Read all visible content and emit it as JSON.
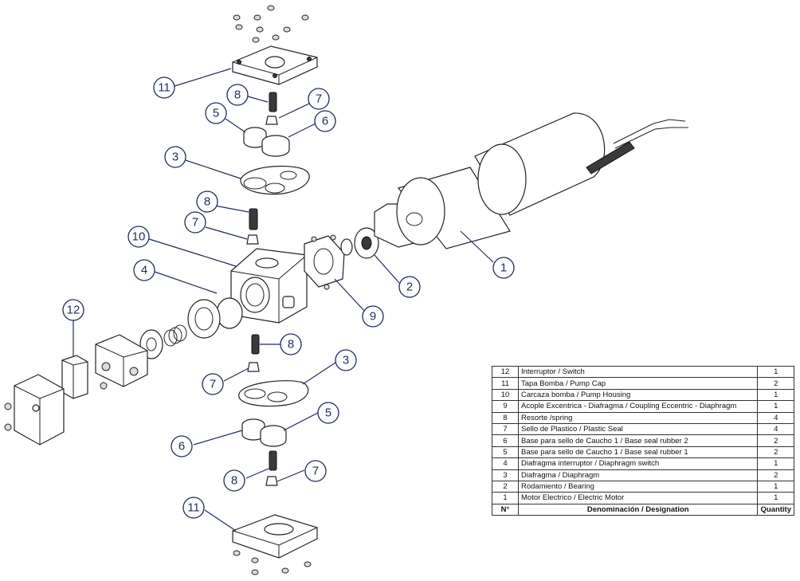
{
  "callouts": [
    {
      "label": "11"
    },
    {
      "label": "8"
    },
    {
      "label": "7"
    },
    {
      "label": "5"
    },
    {
      "label": "6"
    },
    {
      "label": "3"
    },
    {
      "label": "8"
    },
    {
      "label": "7"
    },
    {
      "label": "10"
    },
    {
      "label": "4"
    },
    {
      "label": "1"
    },
    {
      "label": "2"
    },
    {
      "label": "9"
    },
    {
      "label": "12"
    },
    {
      "label": "8"
    },
    {
      "label": "7"
    },
    {
      "label": "3"
    },
    {
      "label": "5"
    },
    {
      "label": "6"
    },
    {
      "label": "8"
    },
    {
      "label": "7"
    },
    {
      "label": "11"
    }
  ],
  "legend": {
    "rows": [
      {
        "n": "12",
        "name": "Interruptor / Switch",
        "qty": "1"
      },
      {
        "n": "11",
        "name": "Tapa Bomba / Pump Cap",
        "qty": "2"
      },
      {
        "n": "10",
        "name": "Carcaza bomba / Pump Housing",
        "qty": "1"
      },
      {
        "n": "9",
        "name": "Acople Excentrica - Diafragma  / Coupling Eccentric - Diaphragm",
        "qty": "1"
      },
      {
        "n": "8",
        "name": "Resorte /spring",
        "qty": "4"
      },
      {
        "n": "7",
        "name": "Sello de Plastico / Plastic Seal",
        "qty": "4"
      },
      {
        "n": "6",
        "name": "Base para sello de Caucho 1 / Base seal rubber 2",
        "qty": "2"
      },
      {
        "n": "5",
        "name": "Base para sello de Caucho 1 / Base seal rubber 1",
        "qty": "2"
      },
      {
        "n": "4",
        "name": "Diafragma interruptor / Diaphragm switch",
        "qty": "1"
      },
      {
        "n": "3",
        "name": "Diafragma / Diaphragm",
        "qty": "2"
      },
      {
        "n": "2",
        "name": "Rodamiento / Bearing",
        "qty": "1"
      },
      {
        "n": "1",
        "name": "Motor Electrico / Electric Motor",
        "qty": "1"
      }
    ],
    "header": {
      "n": "N°",
      "name": "Denominación / Designation",
      "qty": "Quantity"
    }
  }
}
